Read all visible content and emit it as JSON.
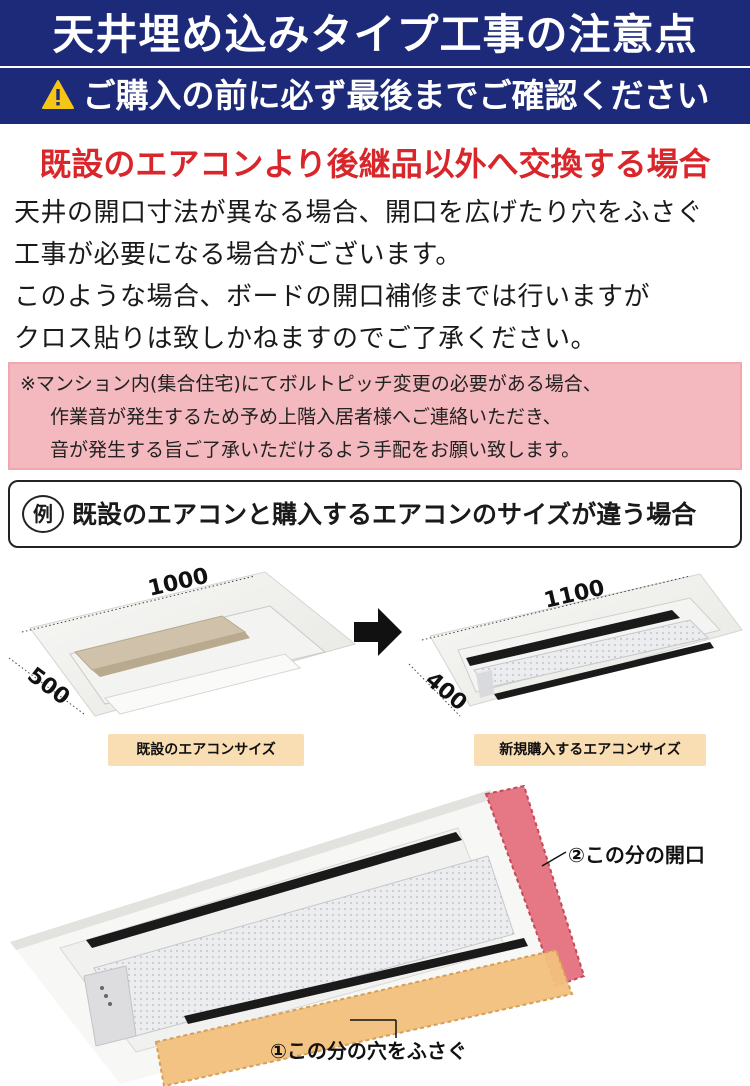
{
  "header": {
    "title": "天井埋め込みタイプ工事の注意点",
    "subtitle": "ご購入の前に必ず最後までご確認ください"
  },
  "section_title": "既設のエアコンより後継品以外へ交換する場合",
  "body_lines": [
    "天井の開口寸法が異なる場合、開口を広げたり穴をふさぐ",
    "工事が必要になる場合がございます。",
    "このような場合、ボードの開口補修までは行いますが",
    "クロス貼りは致しかねますのでご了承ください。"
  ],
  "note_lines": [
    "※マンション内(集合住宅)にてボルトピッチ変更の必要がある場合、",
    "作業音が発生するため予め上階入居者様へご連絡いただき、",
    "音が発生する旨ご了承いただけるよう手配をお願い致します。"
  ],
  "example": {
    "badge": "例",
    "label": "既設のエアコンと購入するエアコンのサイズが違う場合"
  },
  "existing_unit": {
    "width": "1000",
    "depth": "500",
    "caption": "既設のエアコンサイズ"
  },
  "new_unit": {
    "width": "1100",
    "depth": "400",
    "caption": "新規購入するエアコンサイズ"
  },
  "callouts": {
    "opening": "②この分の開口",
    "cover_hole": "①この分の穴をふさぐ"
  },
  "colors": {
    "header_bg": "#1d2a7a",
    "accent_red": "#d8262b",
    "note_bg": "#f4b9be",
    "caption_bg": "#f9ddb3",
    "opening_fill": "#e36d7a",
    "cover_fill": "#f2c07d"
  },
  "icons": [
    "warning-icon",
    "arrow-right-icon"
  ]
}
